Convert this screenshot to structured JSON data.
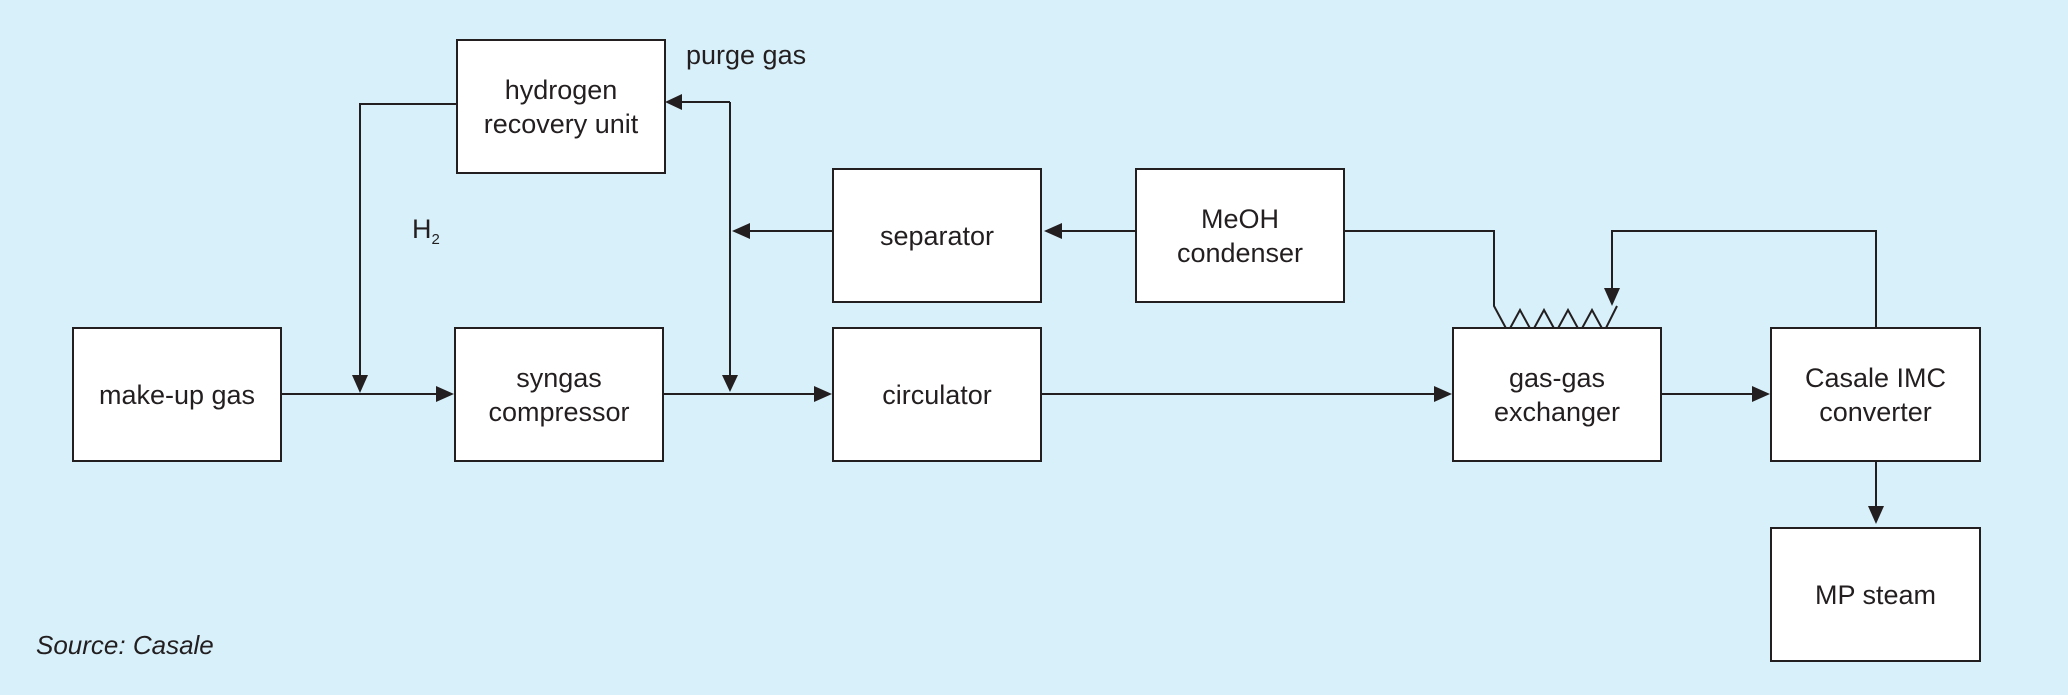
{
  "boxes": {
    "hydrogen_recovery": "hydrogen\nrecovery unit",
    "makeup_gas": "make-up gas",
    "syngas_compressor": "syngas\ncompressor",
    "separator": "separator",
    "circulator": "circulator",
    "meoh_condenser": "MeOH\ncondenser",
    "gas_gas_exchanger": "gas-gas\nexchanger",
    "casale_converter": "Casale IMC\nconverter",
    "mp_steam": "MP steam"
  },
  "labels": {
    "purge_gas": "purge gas",
    "h2_main": "H",
    "h2_sub": "2"
  },
  "source": "Source: Casale",
  "colors": {
    "background": "#d8f0fa",
    "box_fill": "#ffffff",
    "line": "#231f20"
  }
}
